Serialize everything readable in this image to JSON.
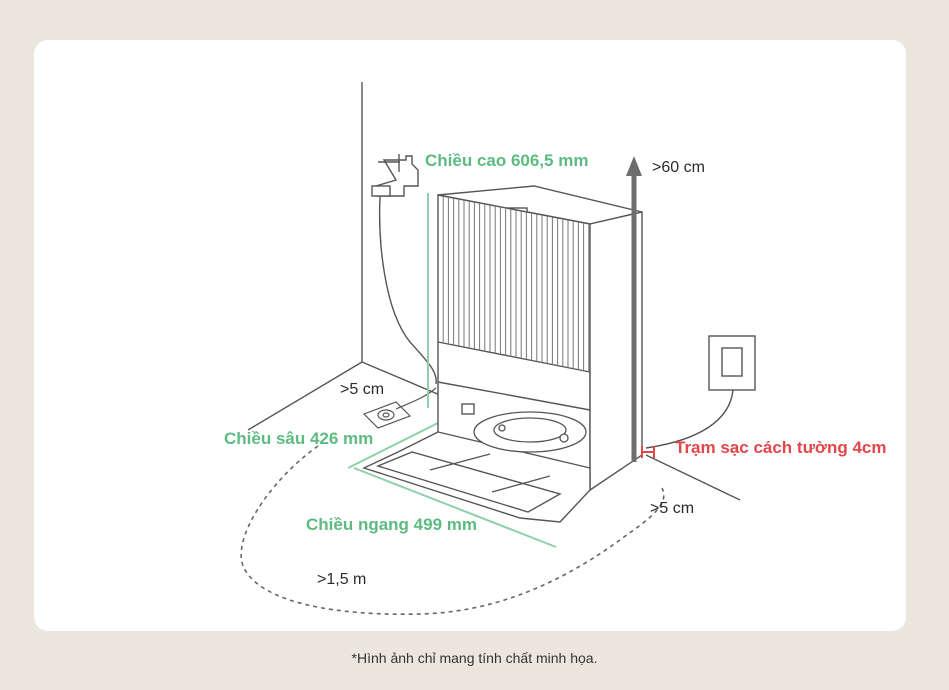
{
  "labels": {
    "height": "Chiều cao 606,5 mm",
    "depth": "Chiều sâu 426 mm",
    "width": "Chiều ngang 499 mm",
    "top_clearance": ">60 cm",
    "side_clearance_left": ">5 cm",
    "side_clearance_right": ">5 cm",
    "front_clearance": ">1,5 m",
    "wall_gap": "Trạm sạc cách tường 4cm"
  },
  "caption": "*Hình ảnh chỉ mang tính chất minh họa.",
  "colors": {
    "background": "#ebe7df",
    "card": "#ffffff",
    "dimension_green": "#5dbb82",
    "wall_gap_red": "#e2474b",
    "arrow_gray": "#6e6e6e",
    "line_art": "#555555"
  },
  "icons": [
    "water-faucet-icon",
    "floor-drain-icon",
    "power-outlet-icon",
    "robot-vacuum-icon"
  ]
}
